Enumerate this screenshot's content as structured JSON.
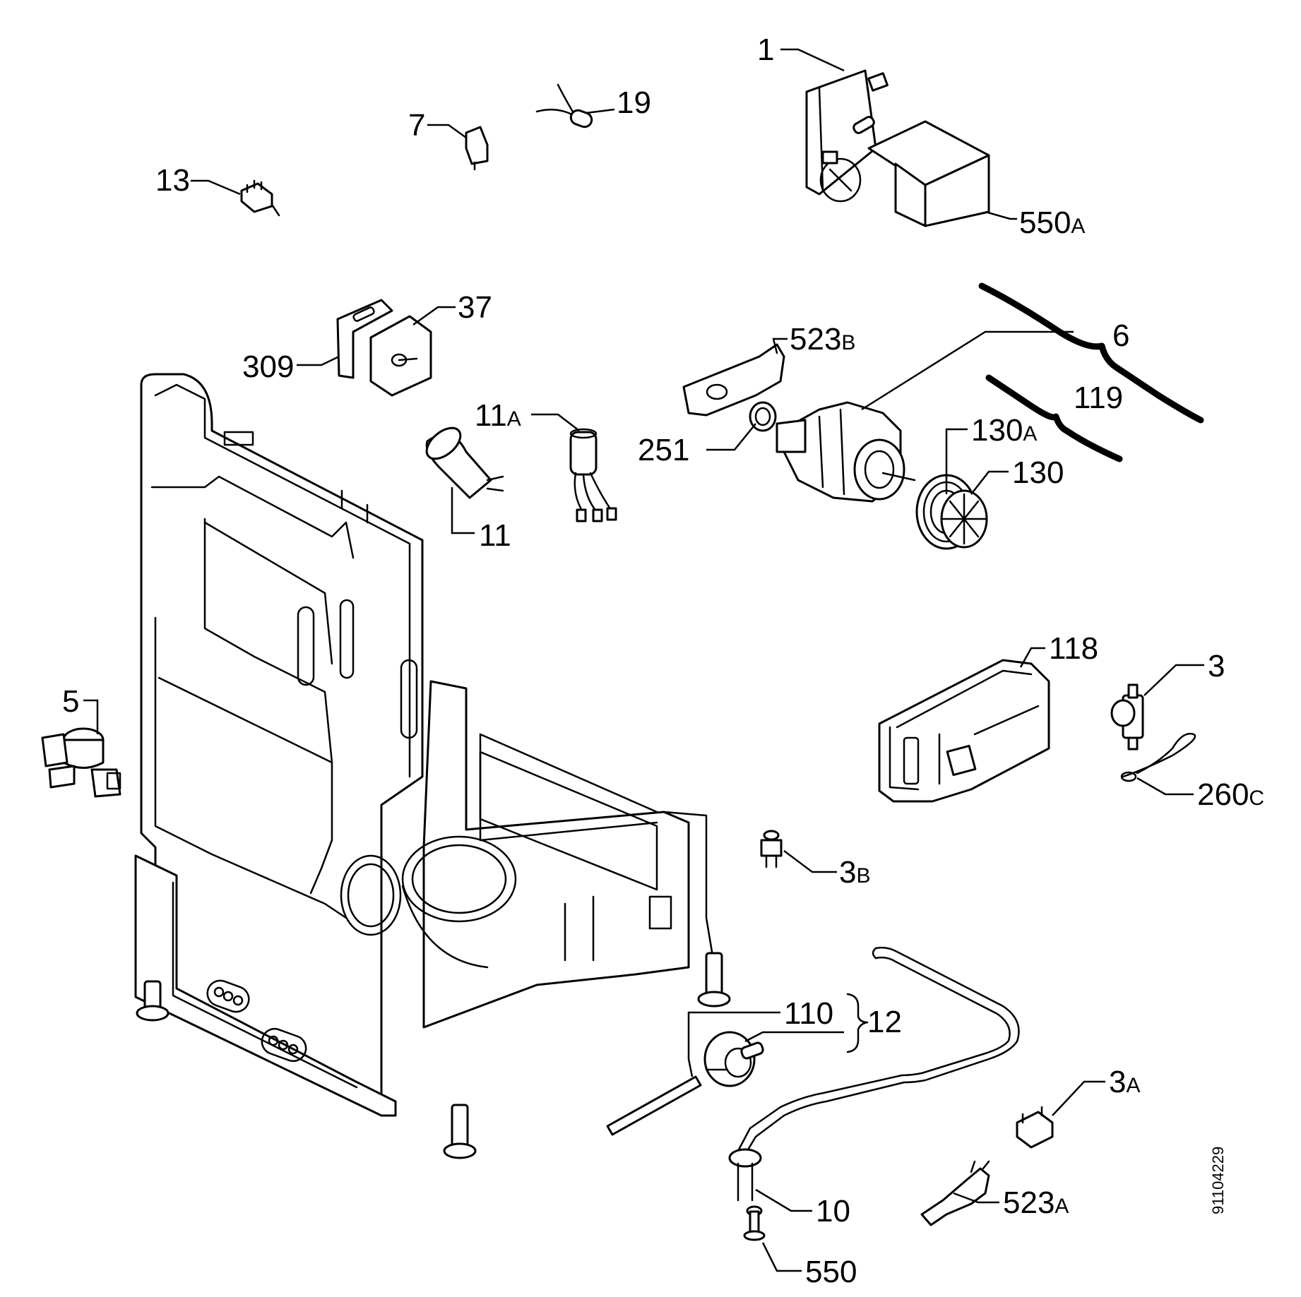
{
  "drawing_number": "91104229",
  "labels": [
    {
      "id": "1",
      "text": "1"
    },
    {
      "id": "550A",
      "text": "550",
      "suffix": "A"
    },
    {
      "id": "19",
      "text": "19"
    },
    {
      "id": "7",
      "text": "7"
    },
    {
      "id": "13",
      "text": "13"
    },
    {
      "id": "37",
      "text": "37"
    },
    {
      "id": "309",
      "text": "309"
    },
    {
      "id": "523B",
      "text": "523",
      "suffix": "B"
    },
    {
      "id": "6",
      "text": "6"
    },
    {
      "id": "119",
      "text": "119"
    },
    {
      "id": "11A",
      "text": "11",
      "suffix": "A"
    },
    {
      "id": "11",
      "text": "11"
    },
    {
      "id": "251",
      "text": "251"
    },
    {
      "id": "130A",
      "text": "130",
      "suffix": "A"
    },
    {
      "id": "130",
      "text": "130"
    },
    {
      "id": "118",
      "text": "118"
    },
    {
      "id": "3",
      "text": "3"
    },
    {
      "id": "260C",
      "text": "260",
      "suffix": "C"
    },
    {
      "id": "5",
      "text": "5"
    },
    {
      "id": "3B",
      "text": "3",
      "suffix": "B"
    },
    {
      "id": "110",
      "text": "110"
    },
    {
      "id": "12",
      "text": "12"
    },
    {
      "id": "3A",
      "text": "3",
      "suffix": "A"
    },
    {
      "id": "10",
      "text": "10"
    },
    {
      "id": "523A",
      "text": "523",
      "suffix": "A"
    },
    {
      "id": "550",
      "text": "550"
    }
  ]
}
